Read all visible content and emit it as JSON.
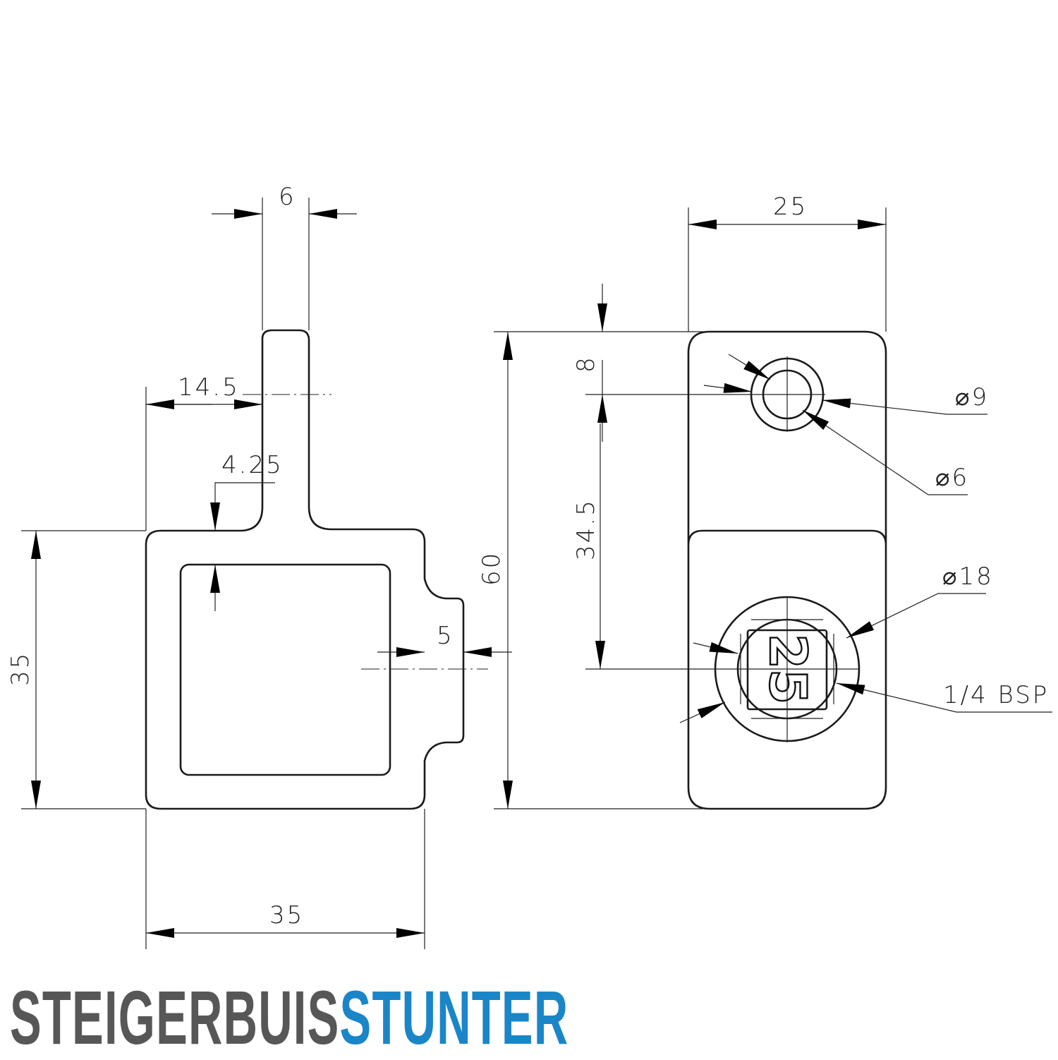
{
  "brand": {
    "part1": "STEIGERBUIS",
    "part2": "STUNTER",
    "colors": {
      "part1": "#575757",
      "part2": "#1a86c7"
    }
  },
  "front_view": {
    "dimensions": {
      "tab_width": "6",
      "tab_offset": "14.5",
      "wall_thickness": "4.25",
      "height": "35",
      "width": "35",
      "side_boss": "5"
    }
  },
  "side_view": {
    "dimensions": {
      "width": "25",
      "total_height": "60",
      "hole_offset": "8",
      "hole_spacing": "34.5",
      "hole_outer": "⌀9",
      "hole_inner": "⌀6",
      "boss_diameter": "⌀18",
      "thread": "1/4 BSP"
    },
    "embossed_size": "25"
  }
}
